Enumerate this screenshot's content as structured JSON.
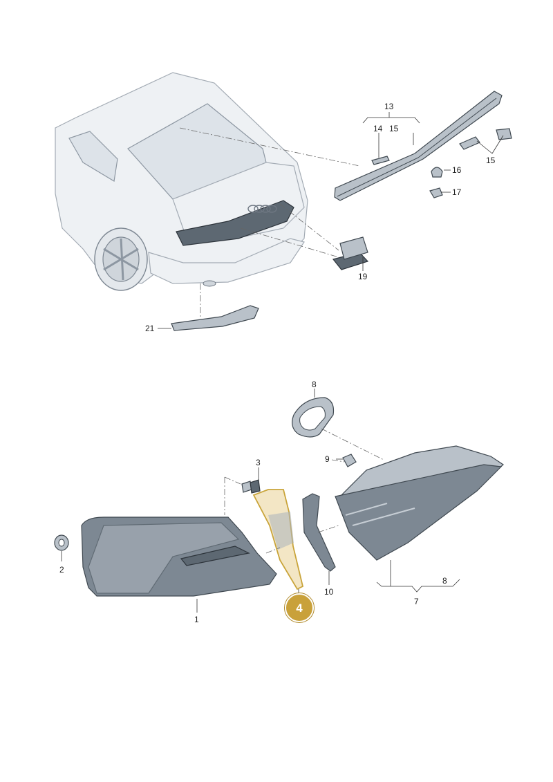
{
  "colors": {
    "highlight_fill": "#f3e6c5",
    "highlight_stroke": "#c9a43a",
    "callout_fill": "#c9a13a",
    "part_shade": "#7d8893"
  },
  "labels": {
    "p1": "1",
    "p2": "2",
    "p3": "3",
    "p7": "7",
    "p8a": "8",
    "p8b": "8",
    "p9": "9",
    "p10": "10",
    "p13": "13",
    "p14": "14",
    "p15a": "15",
    "p15b": "15",
    "p16": "16",
    "p17": "17",
    "p19": "19",
    "p21": "21"
  },
  "callout": {
    "number": "4"
  }
}
